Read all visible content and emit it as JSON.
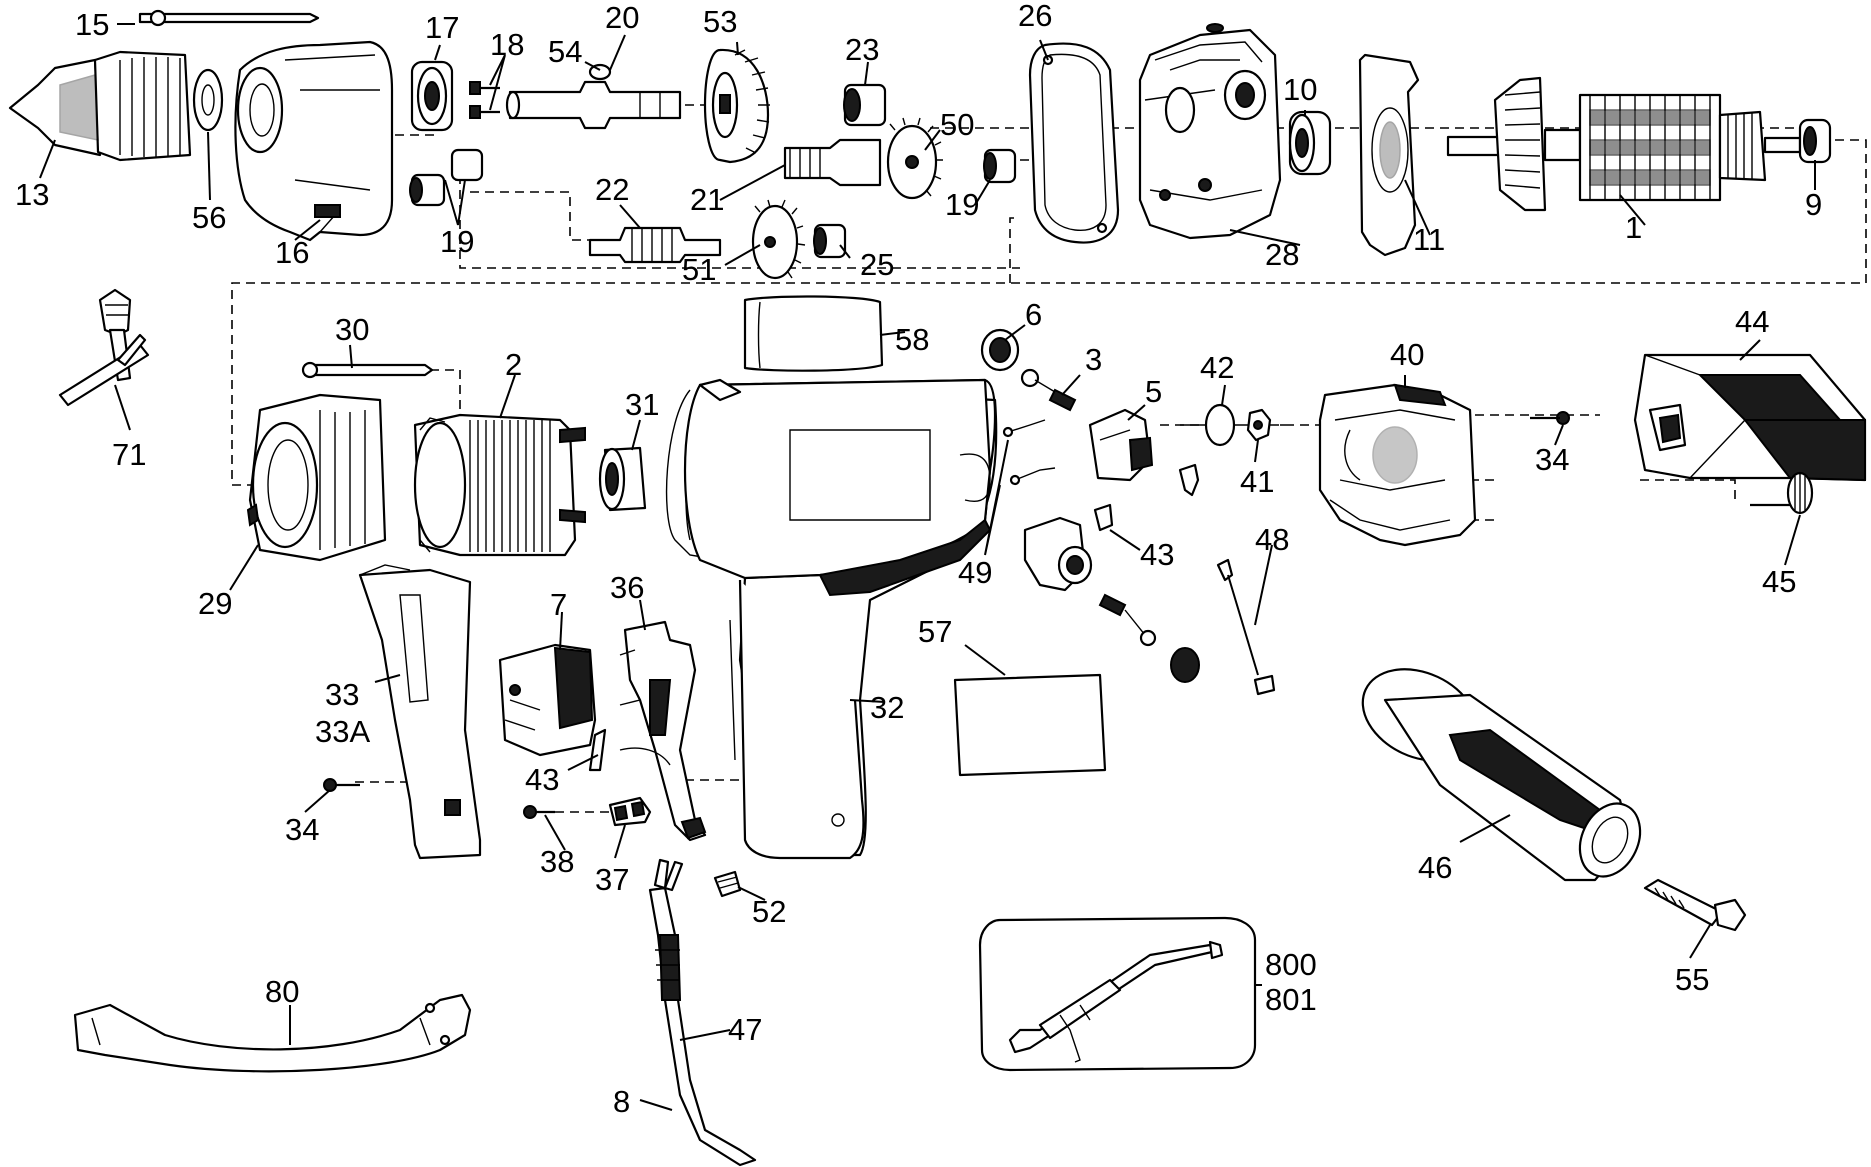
{
  "diagram": {
    "callouts": [
      {
        "id": "c15",
        "label": "15"
      },
      {
        "id": "c20",
        "label": "20"
      },
      {
        "id": "c53",
        "label": "53"
      },
      {
        "id": "c26",
        "label": "26"
      },
      {
        "id": "c17",
        "label": "17"
      },
      {
        "id": "c18",
        "label": "18"
      },
      {
        "id": "c54",
        "label": "54"
      },
      {
        "id": "c23",
        "label": "23"
      },
      {
        "id": "c10",
        "label": "10"
      },
      {
        "id": "c50",
        "label": "50"
      },
      {
        "id": "c13",
        "label": "13"
      },
      {
        "id": "c56",
        "label": "56"
      },
      {
        "id": "c16",
        "label": "16"
      },
      {
        "id": "c19a",
        "label": "19"
      },
      {
        "id": "c22",
        "label": "22"
      },
      {
        "id": "c21",
        "label": "21"
      },
      {
        "id": "c19b",
        "label": "19"
      },
      {
        "id": "c51",
        "label": "51"
      },
      {
        "id": "c25",
        "label": "25"
      },
      {
        "id": "c28",
        "label": "28"
      },
      {
        "id": "c11",
        "label": "11"
      },
      {
        "id": "c1",
        "label": "1"
      },
      {
        "id": "c9",
        "label": "9"
      },
      {
        "id": "c30",
        "label": "30"
      },
      {
        "id": "c2",
        "label": "2"
      },
      {
        "id": "c58",
        "label": "58"
      },
      {
        "id": "c6",
        "label": "6"
      },
      {
        "id": "c3",
        "label": "3"
      },
      {
        "id": "c5",
        "label": "5"
      },
      {
        "id": "c42",
        "label": "42"
      },
      {
        "id": "c40",
        "label": "40"
      },
      {
        "id": "c44",
        "label": "44"
      },
      {
        "id": "c31",
        "label": "31"
      },
      {
        "id": "c41",
        "label": "41"
      },
      {
        "id": "c34a",
        "label": "34"
      },
      {
        "id": "c71",
        "label": "71"
      },
      {
        "id": "c49",
        "label": "49"
      },
      {
        "id": "c43a",
        "label": "43"
      },
      {
        "id": "c48",
        "label": "48"
      },
      {
        "id": "c45",
        "label": "45"
      },
      {
        "id": "c29",
        "label": "29"
      },
      {
        "id": "c7",
        "label": "7"
      },
      {
        "id": "c36",
        "label": "36"
      },
      {
        "id": "c57",
        "label": "57"
      },
      {
        "id": "c33",
        "label": "33"
      },
      {
        "id": "c33a",
        "label": "33A"
      },
      {
        "id": "c32",
        "label": "32"
      },
      {
        "id": "c43b",
        "label": "43"
      },
      {
        "id": "c34b",
        "label": "34"
      },
      {
        "id": "c38",
        "label": "38"
      },
      {
        "id": "c37",
        "label": "37"
      },
      {
        "id": "c52",
        "label": "52"
      },
      {
        "id": "c46",
        "label": "46"
      },
      {
        "id": "c55",
        "label": "55"
      },
      {
        "id": "c80",
        "label": "80"
      },
      {
        "id": "c47",
        "label": "47"
      },
      {
        "id": "c800",
        "label": "800"
      },
      {
        "id": "c801",
        "label": "801"
      },
      {
        "id": "c8",
        "label": "8"
      }
    ]
  }
}
